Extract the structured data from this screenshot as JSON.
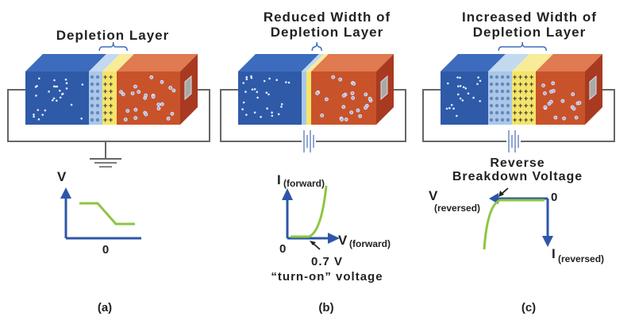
{
  "colors": {
    "n_front": "#2f5aa8",
    "n_top": "#3d6cbe",
    "depl_n_front": "#a9c8ea",
    "depl_n_top": "#c3d9f0",
    "depl_p_front": "#f5e46a",
    "depl_p_top": "#f8ec99",
    "p_front": "#c8532a",
    "p_top": "#e07a50",
    "p_side": "#a83a22",
    "wire": "#666666",
    "axis": "#2e56a8",
    "curve": "#8cc63f",
    "text": "#222222"
  },
  "panels": [
    {
      "id": "a",
      "title_lines": [
        "Depletion Layer"
      ],
      "caption": "(a)",
      "source": "ground",
      "graph": {
        "y_label": "V",
        "x_origin_label": "0"
      }
    },
    {
      "id": "b",
      "title_lines": [
        "Reduced Width of",
        "Depletion Layer"
      ],
      "caption": "(b)",
      "source": "battery",
      "graph": {
        "y_label": "I",
        "y_label_sub": "(forward)",
        "x_label": "V",
        "x_label_sub": "(forward)",
        "origin_label": "0",
        "annotation_lines": [
          "0.7 V",
          "“turn-on” voltage"
        ]
      }
    },
    {
      "id": "c",
      "title_lines": [
        "Increased Width of",
        "Depletion Layer"
      ],
      "caption": "(c)",
      "source": "battery",
      "graph": {
        "title_lines": [
          "Reverse",
          "Breakdown Voltage"
        ],
        "x_label": "V",
        "x_label_sub": "(reversed)",
        "y_label": "I",
        "y_label_sub": "(reversed)",
        "origin_label": "0"
      }
    }
  ]
}
